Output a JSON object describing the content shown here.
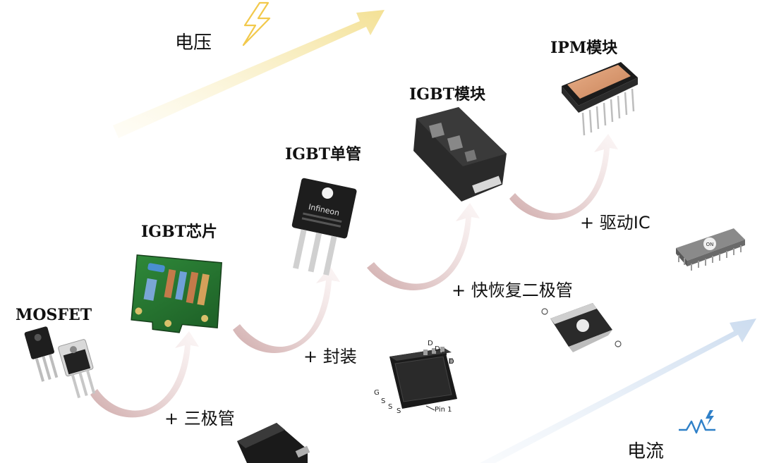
{
  "axes": {
    "voltage_label": "电压",
    "current_label": "电流"
  },
  "stages": {
    "mosfet": "MOSFET",
    "igbt_chip": "IGBT芯片",
    "igbt_discrete": "IGBT单管",
    "igbt_module": "IGBT模块",
    "ipm_module": "IPM模块"
  },
  "steps": {
    "step1": "+ 三极管",
    "step2": "+ 封装",
    "step3": "+ 快恢复二极管",
    "step4": "+ 驱动IC"
  },
  "component_text": {
    "discrete_brand": "Infineon",
    "chip_pin_ic": "ON",
    "package_pin1": "Pin 1",
    "package_d_pins": [
      "D",
      "D",
      "D",
      "D"
    ],
    "package_g_pin": "G",
    "package_s_pins": [
      "S",
      "S",
      "S"
    ]
  },
  "colors": {
    "voltage_arrow": "#f6e7a6",
    "current_arrow": "#d6e3f1",
    "step_arrow": "#e7c9c9",
    "lightning": "#f2c94c",
    "current_icon": "#2f80c8"
  }
}
